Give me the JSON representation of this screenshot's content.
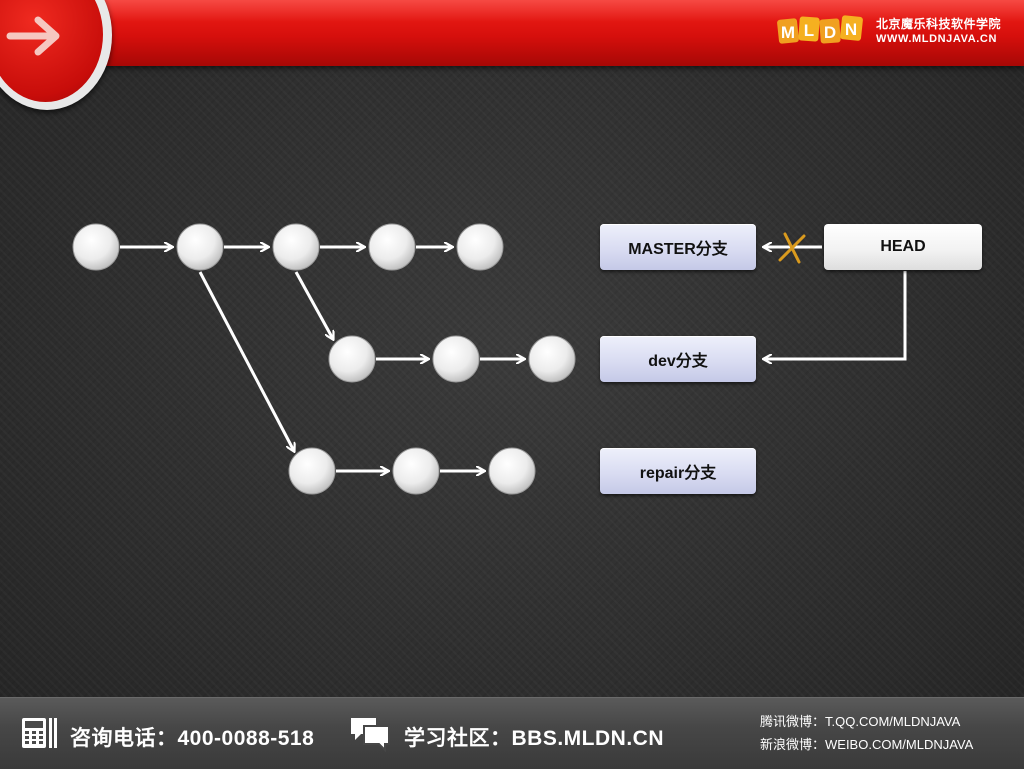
{
  "header": {
    "brand_cn": "北京魔乐科技软件学院",
    "brand_url": "WWW.MLDNJAVA.CN",
    "logo_text": "MLDN"
  },
  "diagram": {
    "branches": {
      "master": "MASTER分支",
      "dev": "dev分支",
      "repair": "repair分支",
      "head": "HEAD"
    }
  },
  "footer": {
    "phone": "咨询电话：400-0088-518",
    "forum": "学习社区：BBS.MLDN.CN",
    "weibo_tencent": "腾讯微博：T.QQ.COM/MLDNJAVA",
    "weibo_sina": "新浪微博：WEIBO.COM/MLDNJAVA"
  },
  "colors": {
    "header_red": "#d60f0c",
    "branch_box": "#d9dcf2",
    "node_white": "#f2f2f2",
    "cross_mark": "#d99a1e"
  }
}
